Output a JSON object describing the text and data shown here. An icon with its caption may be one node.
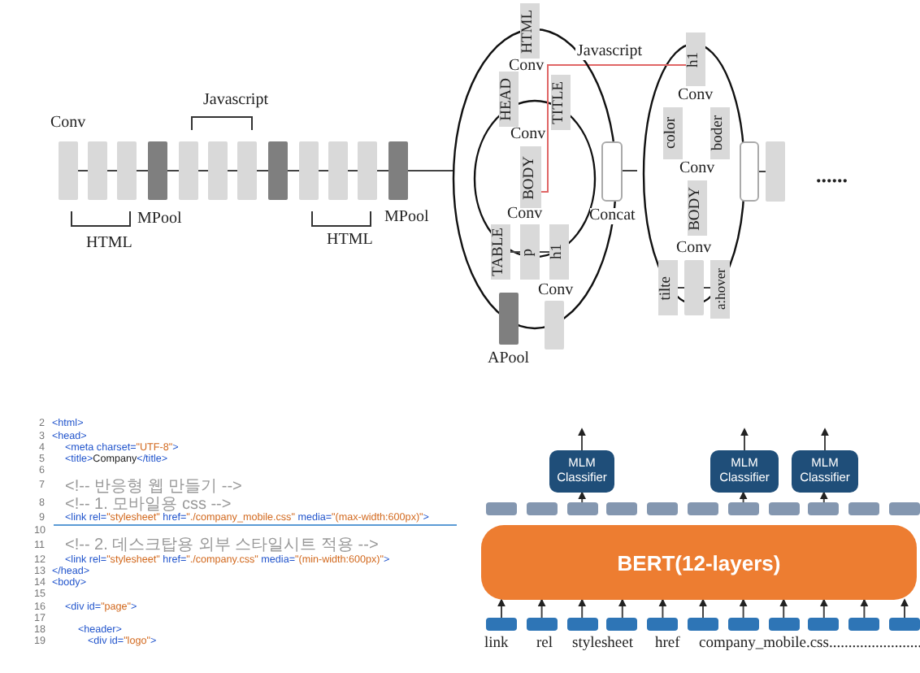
{
  "diagram": {
    "nodes": [
      {
        "text": [],
        "shape": "bar"
      },
      {
        "text": [],
        "shape": "bar"
      },
      {
        "text": [],
        "shape": "bar"
      },
      {
        "text": [],
        "shape": "bar"
      },
      {
        "text": [],
        "shape": "bar"
      },
      {
        "text": [],
        "shape": "bar"
      },
      {
        "text": [],
        "shape": "bar"
      },
      {
        "text": [],
        "shape": "bar"
      },
      {
        "text": [],
        "shape": "bar"
      },
      {
        "text": [],
        "shape": "bar"
      },
      {
        "text": [],
        "shape": "bar"
      },
      {
        "text": [],
        "shape": "bar"
      },
      {
        "text": [
          "HTML"
        ]
      },
      {
        "text": [
          "HEAD"
        ],
        "in": 57
      },
      {
        "text": [
          "TITLE"
        ],
        "in": 57
      },
      {
        "text": [
          "BODY"
        ],
        "in": 57
      },
      {
        "text": [
          "TABLE"
        ],
        "in": 57
      },
      {
        "text": [
          "p"
        ],
        "in": 57
      },
      {
        "text": [
          "h1"
        ],
        "in": 57
      },
      {
        "text": [],
        "shape": "bar"
      },
      {
        "text": [],
        "shape": "bar",
        "beside": [
          "APool"
        ]
      },
      {
        "text": [],
        "shape": "box",
        "beside": [
          "Concat"
        ]
      },
      {
        "text": [
          "h1"
        ]
      },
      {
        "text": [
          "color"
        ]
      },
      {
        "text": [
          "boder"
        ]
      },
      {
        "text": [
          "BODY"
        ]
      },
      {
        "text": [
          "tilte"
        ]
      },
      {
        "text": [],
        "shape": "bar"
      },
      {
        "text": [
          "a:hover"
        ]
      },
      {
        "text": [],
        "shape": "box"
      },
      {
        "text": [],
        "shape": "bar"
      },
      {
        "text": [
          "BERT(12-layers)"
        ]
      },
      {
        "text": [
          "MLM Classifier"
        ]
      },
      {
        "text": [
          "MLM Classifier"
        ]
      },
      {
        "text": [
          "MLM Classifier"
        ]
      },
      {
        "text": [],
        "shape": "box"
      },
      {
        "text": [],
        "shape": "box"
      },
      {
        "text": [],
        "shape": "box"
      },
      {
        "text": [],
        "shape": "box"
      },
      {
        "text": [],
        "shape": "box"
      },
      {
        "text": [],
        "shape": "box"
      },
      {
        "text": [],
        "shape": "box"
      },
      {
        "text": [],
        "shape": "box"
      },
      {
        "text": [],
        "shape": "box"
      },
      {
        "text": [],
        "shape": "box"
      },
      {
        "text": [],
        "shape": "box"
      },
      {
        "text": [],
        "shape": "box"
      },
      {
        "text": [],
        "shape": "box"
      },
      {
        "text": [],
        "shape": "box"
      },
      {
        "text": [],
        "shape": "box"
      },
      {
        "text": [],
        "shape": "box"
      },
      {
        "text": [],
        "shape": "box"
      },
      {
        "text": [],
        "shape": "box"
      },
      {
        "text": [],
        "shape": "box"
      },
      {
        "text": [],
        "shape": "box"
      },
      {
        "text": [],
        "shape": "box"
      },
      {
        "text": [],
        "shape": "box"
      },
      {
        "text": [],
        "shape": "circle"
      }
    ],
    "edges": [
      {
        "from": 0,
        "to": 1,
        "arrow": "none"
      },
      {
        "from": 1,
        "to": 2,
        "arrow": "none"
      },
      {
        "from": 2,
        "to": 3,
        "arrow": "none"
      },
      {
        "from": 3,
        "to": 4,
        "arrow": "none"
      },
      {
        "from": 4,
        "to": 5,
        "arrow": "none"
      },
      {
        "from": 5,
        "to": 6,
        "arrow": "none"
      },
      {
        "from": 6,
        "to": 7,
        "arrow": "none"
      },
      {
        "from": 7,
        "to": 8,
        "arrow": "none"
      },
      {
        "from": 8,
        "to": 9,
        "arrow": "none"
      },
      {
        "from": 9,
        "to": 10,
        "arrow": "none"
      },
      {
        "from": 10,
        "to": 11,
        "arrow": "none"
      },
      {
        "from": 11,
        "to": 57,
        "arrow": "none"
      },
      {
        "from": 16,
        "to": 17,
        "arrow": "none"
      },
      {
        "from": 17,
        "to": 18,
        "arrow": "none"
      },
      {
        "from": 26,
        "to": 27,
        "arrow": "none"
      },
      {
        "from": 27,
        "to": 28,
        "arrow": "none"
      },
      {
        "from": 21,
        "to": null,
        "arrow": "none"
      },
      {
        "from": 29,
        "to": 30,
        "arrow": "none"
      },
      {
        "from": 15,
        "to": 22,
        "arrow": "none",
        "label": "Javascript",
        "color": "#e06666"
      },
      {
        "from": 46,
        "to": 31,
        "arrow": "to"
      },
      {
        "from": 47,
        "to": 31,
        "arrow": "to"
      },
      {
        "from": 48,
        "to": 31,
        "arrow": "to"
      },
      {
        "from": 49,
        "to": 31,
        "arrow": "to"
      },
      {
        "from": 50,
        "to": 31,
        "arrow": "to"
      },
      {
        "from": 51,
        "to": 31,
        "arrow": "to"
      },
      {
        "from": 52,
        "to": 31,
        "arrow": "to"
      },
      {
        "from": 53,
        "to": 31,
        "arrow": "to"
      },
      {
        "from": 54,
        "to": 31,
        "arrow": "to"
      },
      {
        "from": 55,
        "to": 31,
        "arrow": "to"
      },
      {
        "from": 56,
        "to": 31,
        "arrow": "to"
      },
      {
        "from": 37,
        "to": 32,
        "arrow": "to"
      },
      {
        "from": 41,
        "to": 33,
        "arrow": "to"
      },
      {
        "from": 43,
        "to": 34,
        "arrow": "to"
      },
      {
        "from": 32,
        "to": null,
        "arrow": "to"
      },
      {
        "from": 33,
        "to": null,
        "arrow": "to"
      },
      {
        "from": 34,
        "to": null,
        "arrow": "to"
      }
    ],
    "labels": [
      "Javascript",
      "Conv",
      "MPool",
      "MPool",
      "HTML",
      "HTML",
      "Conv",
      "Conv",
      "Conv",
      "Conv",
      "Conv",
      "Conv",
      "Conv",
      "......",
      "2",
      "<html>",
      "3",
      "<head>",
      "4",
      "<meta charset=\"UTF-8\">",
      "5",
      "<title>Company</title>",
      "6",
      "7",
      "<!-- 반응형 웹 만들기 -->",
      "8",
      "<!-- 1. 모바일용 css -->",
      "9",
      "<link rel=\"stylesheet\" href=\"./company_mobile.css\" media=\"(max-width:600px)\">",
      "10",
      "11",
      "<!-- 2. 데스크탑용 외부 스타일시트 적용 -->",
      "12",
      "<link rel=\"stylesheet\" href=\"./company.css\" media=\"(min-width:600px)\">",
      "13",
      "</head>",
      "14",
      "<body>",
      "15",
      "16",
      "<div id=\"page\">",
      "17",
      "18",
      "<header>",
      "19",
      "<div id=\"logo\">",
      "link",
      "rel",
      "stylesheet",
      "href",
      "company_mobile.css........................"
    ]
  }
}
